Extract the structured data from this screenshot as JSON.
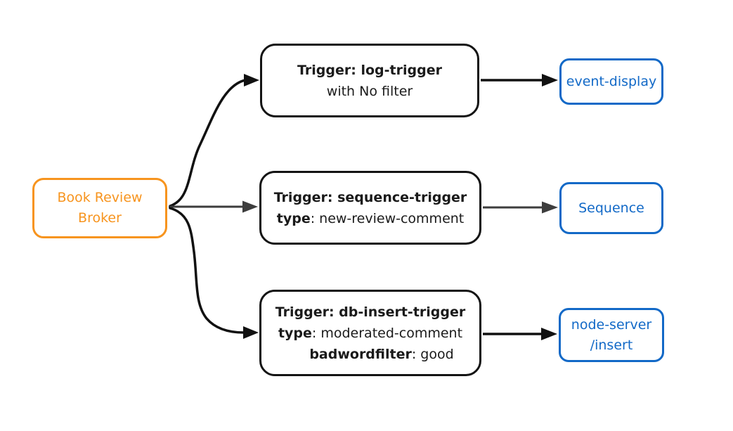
{
  "colors": {
    "broker_orange": "#F7941E",
    "sink_blue": "#1269C7",
    "edge_black": "#111111",
    "edge_gray": "#3D3D3D",
    "trigger_border": "#141414",
    "background": "#FFFFFF"
  },
  "broker": {
    "lines": [
      "Book Review",
      "Broker"
    ]
  },
  "triggers": [
    {
      "name": "log-trigger",
      "lines": [
        {
          "bold": "Trigger: log-trigger",
          "rest": ""
        },
        {
          "bold": "",
          "rest": "with No filter"
        }
      ]
    },
    {
      "name": "sequence-trigger",
      "lines": [
        {
          "bold": "Trigger: sequence-trigger",
          "rest": ""
        },
        {
          "bold": "type",
          "rest": ": new-review-comment"
        }
      ]
    },
    {
      "name": "db-insert-trigger",
      "lines": [
        {
          "bold": "Trigger: db-insert-trigger",
          "rest": ""
        },
        {
          "bold": "type",
          "rest": ": moderated-comment"
        },
        {
          "bold": "badwordfilter",
          "rest": ": good"
        }
      ]
    }
  ],
  "sinks": [
    {
      "lines": [
        "event-display"
      ]
    },
    {
      "lines": [
        "Sequence"
      ]
    },
    {
      "lines": [
        "node-server",
        "/insert"
      ]
    }
  ]
}
